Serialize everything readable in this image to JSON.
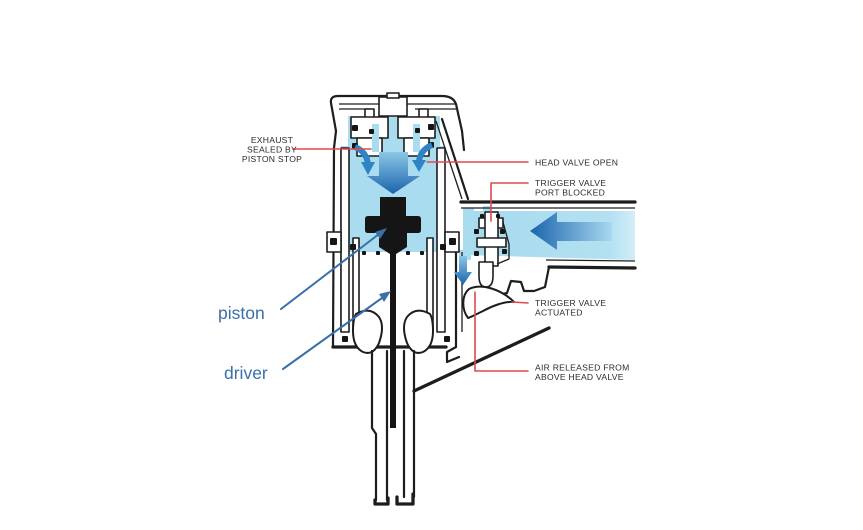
{
  "diagram": {
    "name": "pneumatic-nailer-cross-section",
    "callouts": {
      "exhaust": {
        "lines": [
          "EXHAUST",
          "SEALED BY",
          "PISTON STOP"
        ]
      },
      "head_valve": {
        "lines": [
          "HEAD VALVE OPEN"
        ]
      },
      "trigger_port": {
        "lines": [
          "TRIGGER VALVE",
          "PORT BLOCKED"
        ]
      },
      "trigger_actuated": {
        "lines": [
          "TRIGGER VALVE",
          "ACTUATED"
        ]
      },
      "air_released": {
        "lines": [
          "AIR RELEASED FROM",
          "ABOVE HEAD VALVE"
        ]
      }
    },
    "annotations": {
      "piston": "piston",
      "driver": "driver"
    },
    "colors": {
      "air_blue": "#a9dcee",
      "flow_arrow_dark": "#1b64ad",
      "flow_arrow_light": "#8cc6e6",
      "leader_red": "#e0494f",
      "annotation_blue": "#3a6fa8",
      "outline_black": "#1d1d1d",
      "label_text": "#2b2b2b"
    }
  }
}
